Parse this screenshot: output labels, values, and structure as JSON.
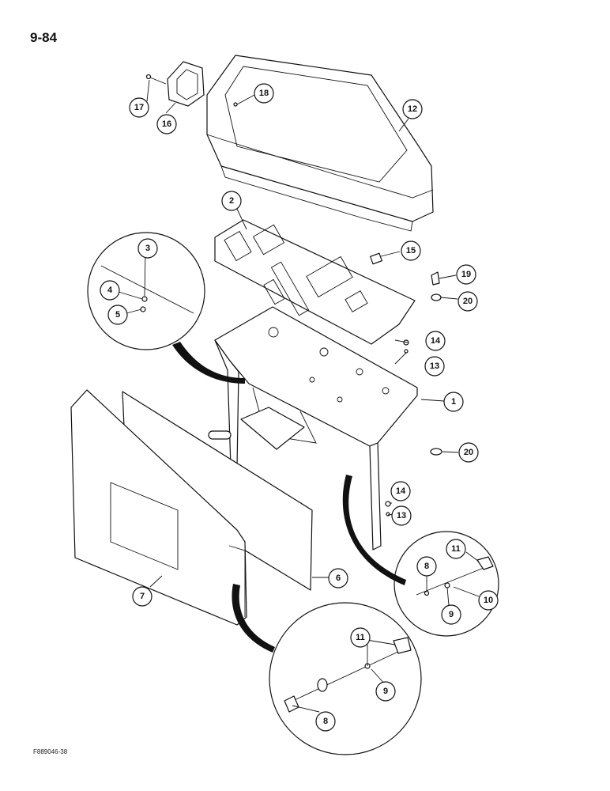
{
  "page": {
    "number": "9-84",
    "figure_id": "F889046-38"
  },
  "callouts": {
    "c1": "1",
    "c2": "2",
    "c3": "3",
    "c4": "4",
    "c5": "5",
    "c6": "6",
    "c7": "7",
    "c8a": "8",
    "c8b": "8",
    "c9a": "9",
    "c9b": "9",
    "c10": "10",
    "c11a": "11",
    "c11b": "11",
    "c12": "12",
    "c13a": "13",
    "c13b": "13",
    "c14a": "14",
    "c14b": "14",
    "c15": "15",
    "c16": "16",
    "c17": "17",
    "c18": "18",
    "c19": "19",
    "c20a": "20",
    "c20b": "20"
  }
}
